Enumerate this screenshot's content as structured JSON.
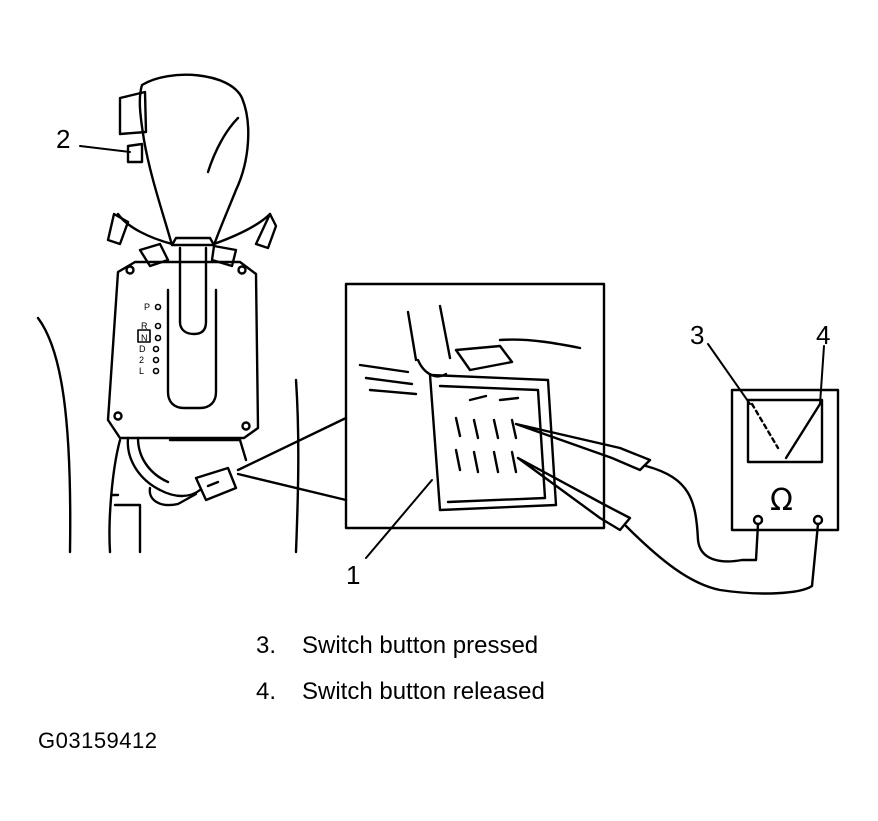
{
  "callouts": {
    "c1": "1",
    "c2": "2",
    "c3": "3",
    "c4": "4"
  },
  "shift_labels": [
    "P",
    "R",
    "N",
    "D",
    "2",
    "L"
  ],
  "meter": {
    "symbol": "Ω"
  },
  "legend": [
    {
      "num": "3.",
      "text": "Switch button pressed"
    },
    {
      "num": "4.",
      "text": "Switch button released"
    }
  ],
  "figure_id": "G03159412"
}
